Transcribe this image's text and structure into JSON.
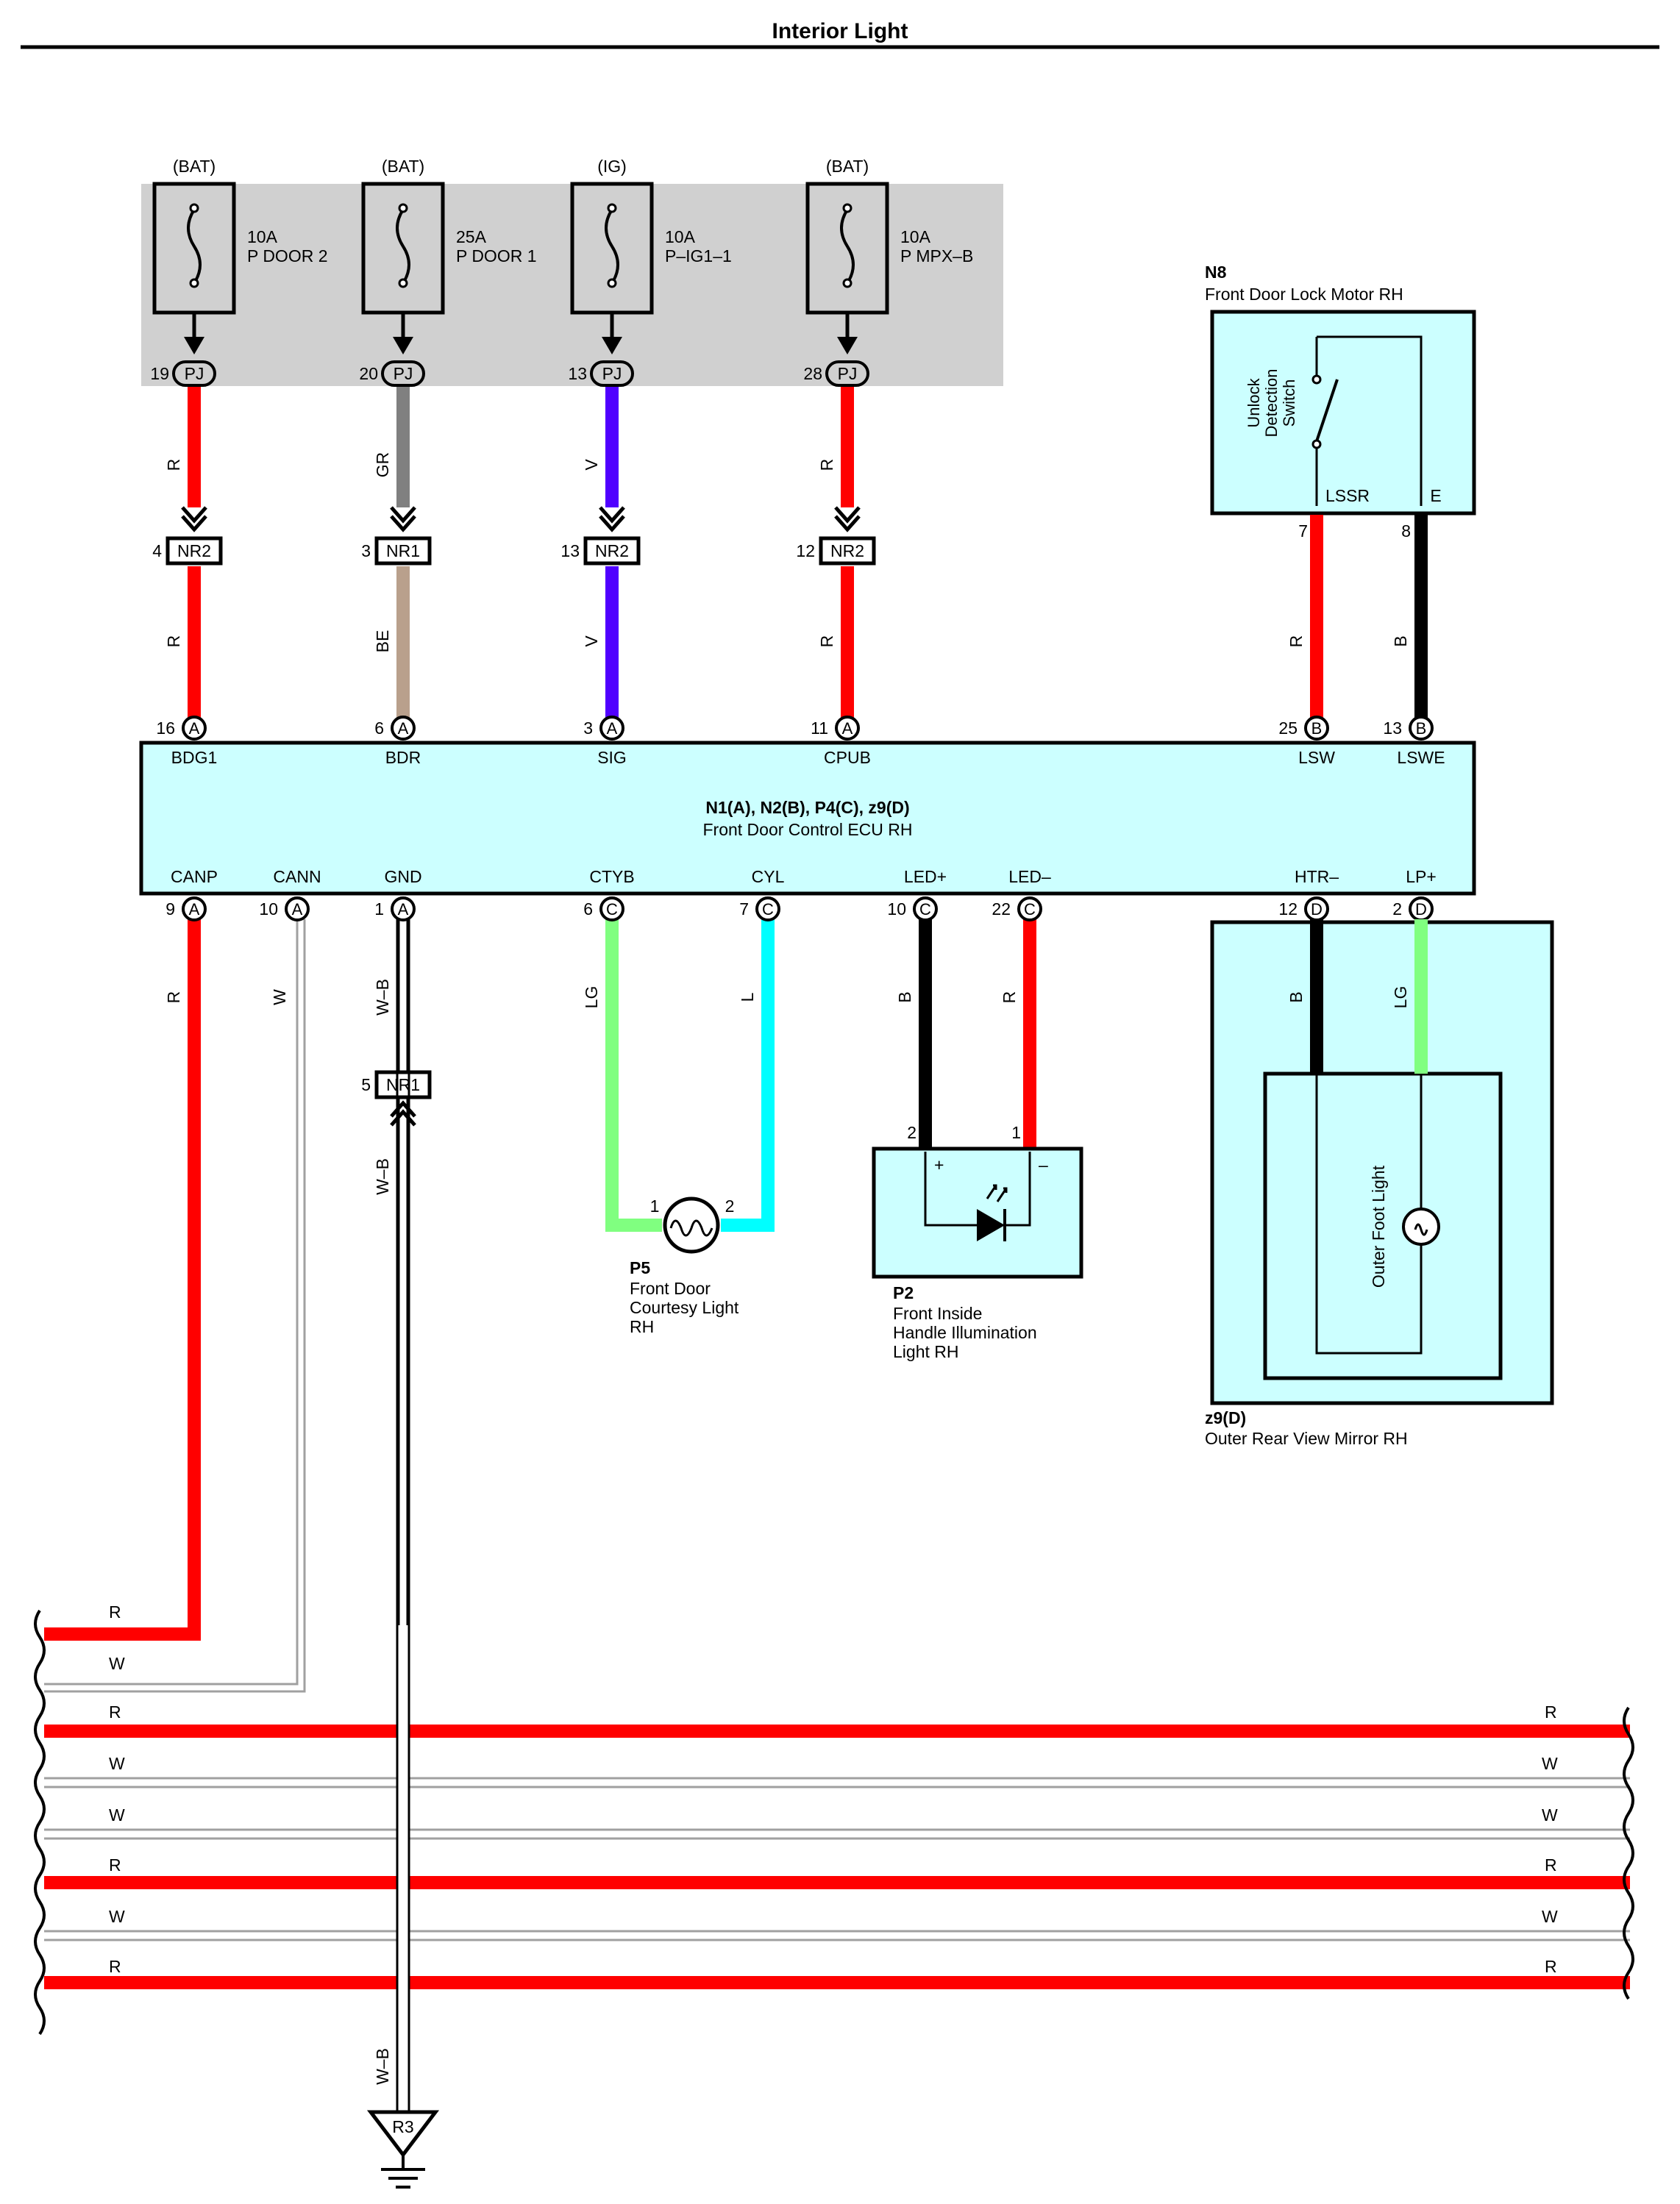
{
  "title": "Interior Light",
  "colors": {
    "red": "#ff0000",
    "gray": "#808080",
    "violet": "#5000ff",
    "beige": "#b9a08c",
    "light_green": "#80ff80",
    "cyan": "#00ffff",
    "black": "#000000",
    "white_wire": "#a0a0a0",
    "component_fill": "#ccffff",
    "fuse_panel": "#d0d0d0"
  },
  "fuses": [
    {
      "source": "(BAT)",
      "amp": "10A",
      "name": "P DOOR 2",
      "pin": "19",
      "conn": "PJ"
    },
    {
      "source": "(BAT)",
      "amp": "25A",
      "name": "P DOOR 1",
      "pin": "20",
      "conn": "PJ"
    },
    {
      "source": "(IG)",
      "amp": "10A",
      "name": "P–IG1–1",
      "pin": "13",
      "conn": "PJ"
    },
    {
      "source": "(BAT)",
      "amp": "10A",
      "name": "P MPX–B",
      "pin": "28",
      "conn": "PJ"
    }
  ],
  "upper_wires": [
    {
      "color_top": "R",
      "junction_pin": "4",
      "junction": "NR2",
      "color_bottom": "R",
      "ecu_pin": "16",
      "ecu_conn": "A",
      "ecu_label": "BDG1"
    },
    {
      "color_top": "GR",
      "junction_pin": "3",
      "junction": "NR1",
      "color_bottom": "BE",
      "ecu_pin": "6",
      "ecu_conn": "A",
      "ecu_label": "BDR"
    },
    {
      "color_top": "V",
      "junction_pin": "13",
      "junction": "NR2",
      "color_bottom": "V",
      "ecu_pin": "3",
      "ecu_conn": "A",
      "ecu_label": "SIG"
    },
    {
      "color_top": "R",
      "junction_pin": "12",
      "junction": "NR2",
      "color_bottom": "R",
      "ecu_pin": "11",
      "ecu_conn": "A",
      "ecu_label": "CPUB"
    }
  ],
  "n8": {
    "id": "N8",
    "name": "Front Door Lock Motor RH",
    "switch_label": [
      "Unlock",
      "Detection",
      "Switch"
    ],
    "pin_lssr": "LSSR",
    "pin_e": "E",
    "wires": [
      {
        "pin": "7",
        "color": "R",
        "ecu_pin": "25",
        "ecu_conn": "B",
        "ecu_label": "LSW"
      },
      {
        "pin": "8",
        "color": "B",
        "ecu_pin": "13",
        "ecu_conn": "B",
        "ecu_label": "LSWE"
      }
    ]
  },
  "ecu": {
    "id": "N1(A), N2(B), P4(C), z9(D)",
    "name": "Front Door Control ECU RH",
    "bottom_pins": [
      {
        "label": "CANP",
        "pin": "9",
        "conn": "A",
        "color": "R"
      },
      {
        "label": "CANN",
        "pin": "10",
        "conn": "A",
        "color": "W"
      },
      {
        "label": "GND",
        "pin": "1",
        "conn": "A",
        "color": "W–B"
      },
      {
        "label": "CTYB",
        "pin": "6",
        "conn": "C",
        "color": "LG"
      },
      {
        "label": "CYL",
        "pin": "7",
        "conn": "C",
        "color": "L"
      },
      {
        "label": "LED+",
        "pin": "10",
        "conn": "C",
        "color": "B"
      },
      {
        "label": "LED–",
        "pin": "22",
        "conn": "C",
        "color": "R"
      },
      {
        "label": "HTR–",
        "pin": "12",
        "conn": "D",
        "color": "B"
      },
      {
        "label": "LP+",
        "pin": "2",
        "conn": "D",
        "color": "LG"
      }
    ]
  },
  "gnd_junction": {
    "pin": "5",
    "name": "NR1",
    "color": "W–B"
  },
  "ground": {
    "name": "R3",
    "color": "W–B"
  },
  "p5": {
    "id": "P5",
    "name_lines": [
      "Front Door",
      "Courtesy Light",
      "RH"
    ],
    "pin1": "1",
    "pin2": "2"
  },
  "p2": {
    "id": "P2",
    "name_lines": [
      "Front Inside",
      "Handle Illumination",
      "Light RH"
    ],
    "pin_plus": "2",
    "pin_minus": "1",
    "plus": "+",
    "minus": "–"
  },
  "z9": {
    "id": "z9(D)",
    "name": "Outer Rear View Mirror RH",
    "inner": "Outer Foot Light"
  },
  "bus_lines": [
    {
      "left": "R",
      "right": ""
    },
    {
      "left": "W",
      "right": ""
    },
    {
      "left": "R",
      "right": "R"
    },
    {
      "left": "W",
      "right": "W"
    },
    {
      "left": "W",
      "right": "W"
    },
    {
      "left": "R",
      "right": "R"
    },
    {
      "left": "W",
      "right": "W"
    },
    {
      "left": "R",
      "right": "R"
    }
  ]
}
